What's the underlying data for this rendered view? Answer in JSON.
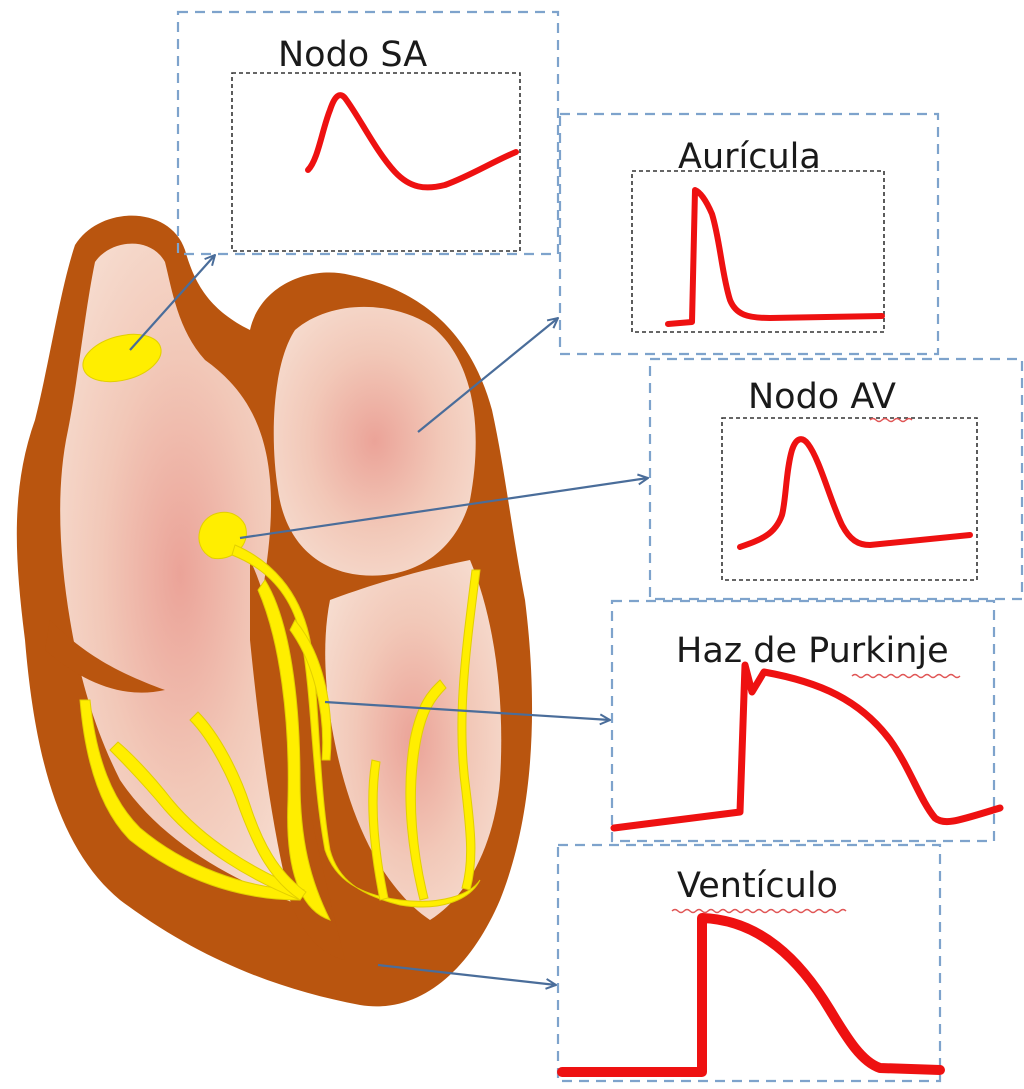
{
  "labels": {
    "sa_node": "Nodo SA",
    "atrium": "Aurícula",
    "av_node": "Nodo AV",
    "purkinje": "Haz de Purkinje",
    "ventricle": "Ventículo"
  },
  "colors": {
    "heart_wall": "#b9550f",
    "chamber": "#f0c4b4",
    "conduction_system": "#ffee00",
    "trace": "#ee1111",
    "box_border": "#7ea3cc",
    "arrow": "#4a6d9a"
  }
}
